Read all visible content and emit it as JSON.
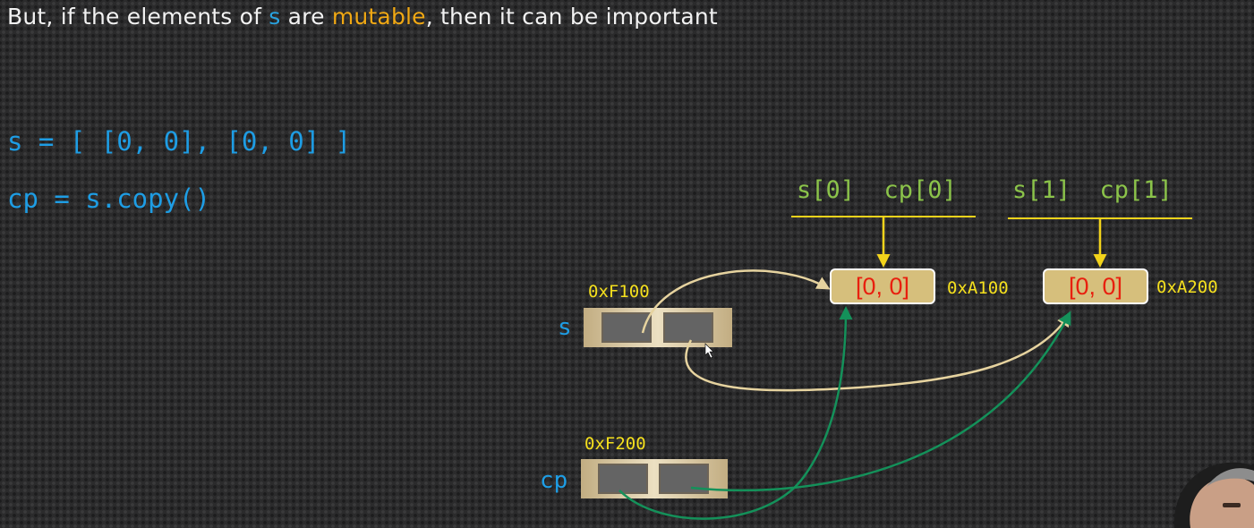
{
  "heading": {
    "before": "But, if the elements of ",
    "var": "s",
    "middle": " are ",
    "emphasis": "mutable",
    "after": ", then it can be important"
  },
  "code": {
    "line1": "s = [ [0, 0], [0, 0] ]",
    "line2": "cp = s.copy()"
  },
  "refs": {
    "group1": "s[0]  cp[0]",
    "group2": "s[1]  cp[1]"
  },
  "objects": {
    "inner1": {
      "value": "[0, 0]",
      "address": "0xA100"
    },
    "inner2": {
      "value": "[0, 0]",
      "address": "0xA200"
    }
  },
  "containers": {
    "s": {
      "name": "s",
      "address": "0xF100"
    },
    "cp": {
      "name": "cp",
      "address": "0xF200"
    }
  },
  "colors": {
    "background": "#2b2b2c",
    "code_blue": "#1e9de4",
    "label_green": "#8bc34a",
    "address_yellow": "#f5e01e",
    "pointer_yellow": "#f2d31b",
    "s_arrows": "#e6d39f",
    "cp_arrows": "#14915a",
    "value_red": "#e8200f",
    "mutable_orange": "#f0a814"
  }
}
